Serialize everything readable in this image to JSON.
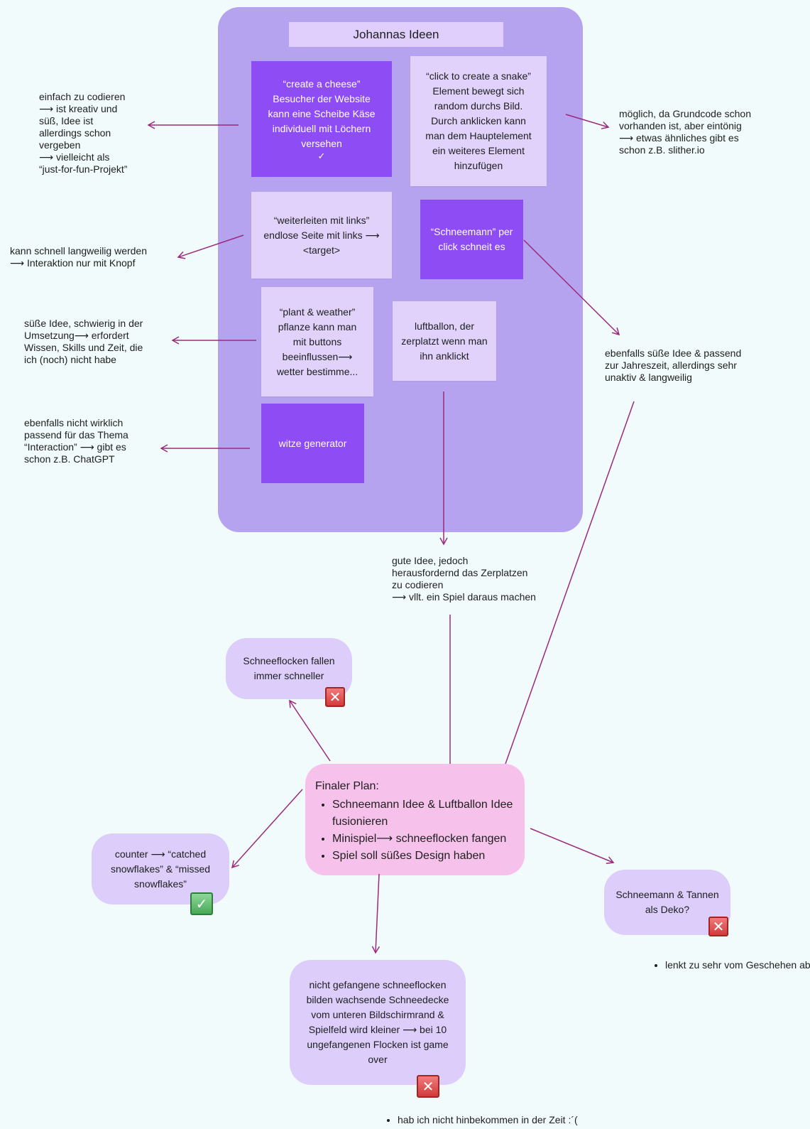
{
  "frame": {
    "title": "Johannas Ideen"
  },
  "stickies": {
    "cheese": {
      "lines": [
        "“create a cheese”",
        "Besucher der Website",
        "kann eine Scheibe Käse",
        "individuell mit Löchern",
        "versehen"
      ],
      "mark": "✓"
    },
    "snake": {
      "lines": [
        "“click to create a snake”",
        "Element bewegt sich",
        "random durchs Bild.",
        "Durch anklicken kann",
        "man dem Hauptelement",
        "ein weiteres Element",
        "hinzufügen"
      ]
    },
    "links": {
      "lines": [
        "“weiterleiten mit links”",
        "endlose Seite mit links ⟶",
        "<target>"
      ]
    },
    "snowman": {
      "lines": [
        "“Schneemann” per",
        "click schneit es"
      ]
    },
    "plant": {
      "lines": [
        "“plant & weather”",
        "pflanze kann man",
        "mit buttons",
        "beeinflussen⟶",
        "wetter bestimme..."
      ]
    },
    "balloon": {
      "lines": [
        "luftballon, der",
        "zerplatzt wenn man",
        "ihn anklickt"
      ]
    },
    "jokes": {
      "lines": [
        "witze generator"
      ]
    }
  },
  "notes": {
    "cheese": [
      "einfach zu codieren",
      "⟶ ist kreativ und",
      "süß, Idee ist",
      "allerdings schon",
      "vergeben",
      "⟶ vielleicht als",
      "“just-for-fun-Projekt”"
    ],
    "snake": [
      "möglich, da Grundcode schon",
      "vorhanden ist, aber eintönig",
      "⟶ etwas ähnliches gibt es",
      "schon z.B. slither.io"
    ],
    "links": [
      "kann schnell langweilig werden",
      "⟶ Interaktion nur mit Knopf"
    ],
    "plant": [
      "süße Idee, schwierig in der",
      "Umsetzung⟶ erfordert",
      "Wissen, Skills und Zeit, die",
      "ich (noch) nicht habe"
    ],
    "jokes": [
      "ebenfalls nicht wirklich",
      "passend für das Thema",
      "“Interaction” ⟶ gibt es",
      "schon z.B. ChatGPT"
    ],
    "snowman": [
      "ebenfalls süße Idee & passend",
      "zur Jahreszeit, allerdings sehr",
      "unaktiv & langweilig"
    ],
    "balloon": [
      "gute Idee, jedoch",
      "herausfordernd das Zerplatzen",
      "zu codieren",
      "⟶ vllt. ein Spiel daraus machen"
    ]
  },
  "plan": {
    "title": "Finaler Plan:",
    "items": [
      "Schneemann Idee & Luftballon Idee fusionieren",
      "Minispiel⟶ schneeflocken fangen",
      "Spiel soll süßes Design haben"
    ]
  },
  "bubbles": {
    "faster": {
      "lines": [
        "Schneeflocken fallen",
        "immer schneller"
      ],
      "status": "rejected"
    },
    "counter": {
      "lines": [
        "counter ⟶ “catched",
        "snowflakes” & “missed",
        "snowflakes”"
      ],
      "status": "accepted"
    },
    "deko": {
      "lines": [
        "Schneemann & Tannen",
        "als Deko?"
      ],
      "status": "rejected"
    },
    "snowcover": {
      "lines": [
        "nicht gefangene schneeflocken",
        "bilden wachsende Schneedecke",
        "vom unteren Bildschirmrand &",
        "Spielfeld wird kleiner ⟶ bei 10",
        "ungefangenen Flocken ist game",
        "over"
      ],
      "status": "rejected"
    }
  },
  "bullet_notes": {
    "deko": "lenkt zu  sehr vom Geschehen ab",
    "snowcover": "hab ich nicht hinbekommen in der Zeit  :´("
  },
  "icons": {
    "rejected": "cross-mark-icon",
    "accepted": "check-mark-icon"
  },
  "colors": {
    "frame": "#b6a3ef",
    "sticky_light": "#e0d2fb",
    "sticky_dark": "#8e4cf5",
    "plan": "#f6c2ec",
    "connector": "#9c2a7c",
    "background": "#f1fbfb"
  }
}
